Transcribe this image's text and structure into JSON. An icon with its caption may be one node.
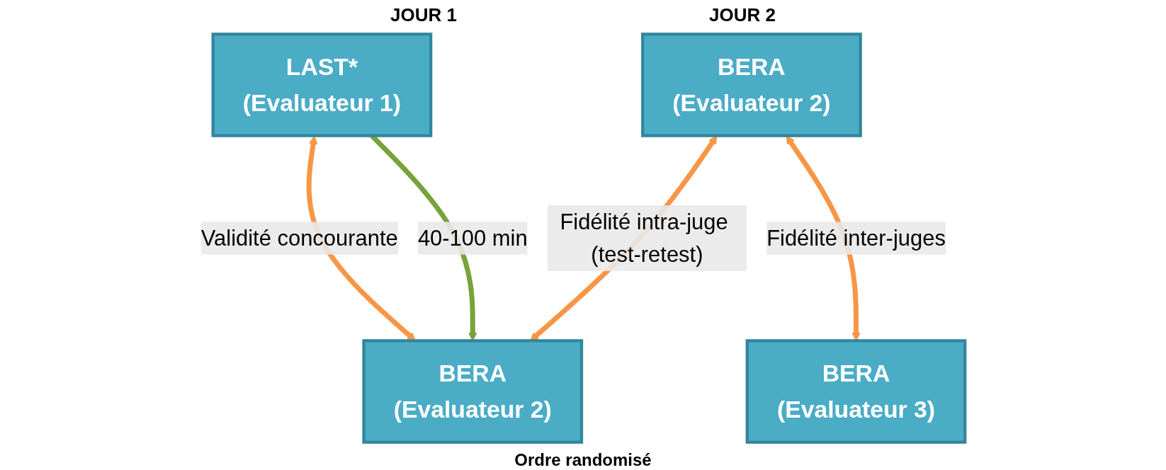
{
  "diagram": {
    "nodes": [
      {
        "text": [
          "LAST*",
          "(Evaluateur 1)"
        ]
      },
      {
        "text": [
          "BERA",
          "(Evaluateur 2)"
        ]
      },
      {
        "text": [
          "BERA",
          "(Evaluateur 2)"
        ]
      },
      {
        "text": [
          "BERA",
          "(Evaluateur 3)"
        ]
      }
    ],
    "edges": [
      {
        "from": 0,
        "to": 2,
        "arrow": "both",
        "label": "Validité concourante"
      },
      {
        "from": 2,
        "to": 1,
        "arrow": "both",
        "label": "Fidélité intra-juge (test-retest)"
      },
      {
        "from": 1,
        "to": 3,
        "arrow": "both",
        "label": "Fidélité inter-juges"
      },
      {
        "from": 0,
        "to": 2,
        "arrow": "to",
        "label": "40-100 min",
        "color": "#77a33b"
      }
    ],
    "labels": [
      "JOUR 1",
      "JOUR 2",
      "Ordre randomisé"
    ]
  }
}
